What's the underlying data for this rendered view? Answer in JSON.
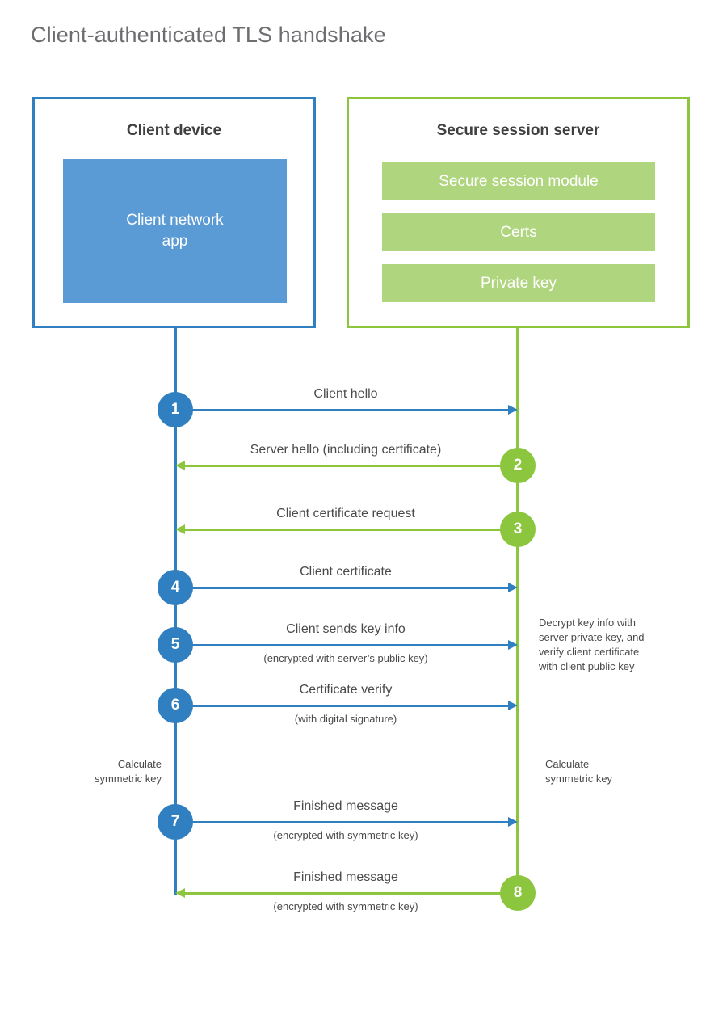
{
  "title": "Client-authenticated TLS handshake",
  "colors": {
    "client_blue": "#2f7fc1",
    "client_app_fill": "#5b9bd5",
    "server_green": "#8cc63e",
    "server_block_fill": "#b0d57f",
    "text": "#4a4a4a",
    "title_text": "#6d6e71",
    "background": "#ffffff"
  },
  "actors": {
    "client": {
      "title": "Client device",
      "blocks": [
        {
          "label_line1": "Client network",
          "label_line2": "app"
        }
      ]
    },
    "server": {
      "title": "Secure session server",
      "blocks": [
        {
          "label": "Secure session module"
        },
        {
          "label": "Certs"
        },
        {
          "label": "Private key"
        }
      ]
    }
  },
  "messages": [
    {
      "step": "1",
      "label": "Client hello",
      "sublabel": "",
      "direction": "client-to-server",
      "color": "#2f7fc1",
      "badge_side": "client"
    },
    {
      "step": "2",
      "label": "Server hello (including certificate)",
      "sublabel": "",
      "direction": "server-to-client",
      "color": "#8cc63e",
      "badge_side": "server"
    },
    {
      "step": "3",
      "label": "Client certificate request",
      "sublabel": "",
      "direction": "server-to-client",
      "color": "#8cc63e",
      "badge_side": "server"
    },
    {
      "step": "4",
      "label": "Client certificate",
      "sublabel": "",
      "direction": "client-to-server",
      "color": "#2f7fc1",
      "badge_side": "client"
    },
    {
      "step": "5",
      "label": "Client sends key info",
      "sublabel": "(encrypted with server’s public key)",
      "direction": "client-to-server",
      "color": "#2f7fc1",
      "badge_side": "client"
    },
    {
      "step": "6",
      "label": "Certificate verify",
      "sublabel": "(with digital signature)",
      "direction": "client-to-server",
      "color": "#2f7fc1",
      "badge_side": "client"
    },
    {
      "step": "7",
      "label": "Finished message",
      "sublabel": "(encrypted with symmetric key)",
      "direction": "client-to-server",
      "color": "#2f7fc1",
      "badge_side": "client"
    },
    {
      "step": "8",
      "label": "Finished message",
      "sublabel": "(encrypted with symmetric key)",
      "direction": "server-to-client",
      "color": "#8cc63e",
      "badge_side": "server"
    }
  ],
  "notes": {
    "server_decrypt": {
      "line1": "Decrypt key info with",
      "line2": "server private key, and",
      "line3": "verify client certificate",
      "line4": "with client public key"
    },
    "client_symmetric_key": {
      "line1": "Calculate",
      "line2": "symmetric key"
    },
    "server_symmetric_key": {
      "line1": "Calculate",
      "line2": "symmetric key"
    }
  }
}
